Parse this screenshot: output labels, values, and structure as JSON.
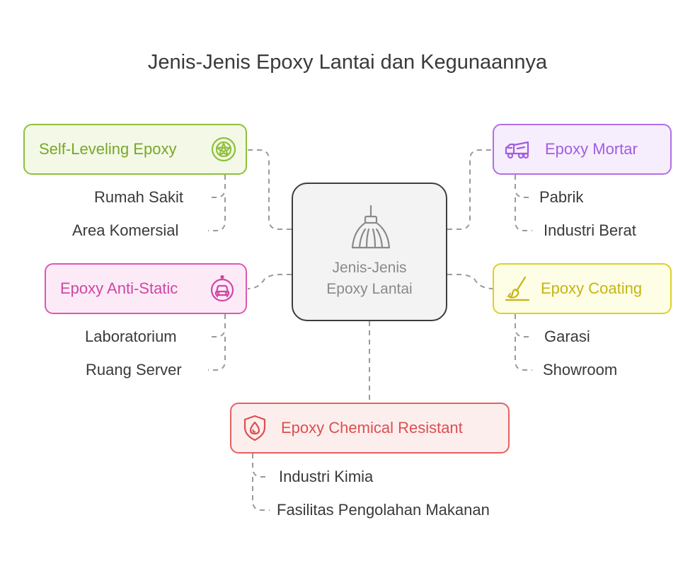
{
  "title": "Jenis-Jenis Epoxy Lantai dan Kegunaannya",
  "center": {
    "label": "Jenis-Jenis\nEpoxy Lantai",
    "icon": "broom-icon"
  },
  "branches": [
    {
      "key": "self_leveling",
      "label": "Self-Leveling Epoxy",
      "icon": "tire-wheel-icon",
      "color": "#8fbf3c",
      "items": [
        "Rumah Sakit",
        "Area Komersial"
      ]
    },
    {
      "key": "mortar",
      "label": "Epoxy Mortar",
      "icon": "dump-truck-icon",
      "color": "#b26ee8",
      "items": [
        "Pabrik",
        "Industri Berat"
      ]
    },
    {
      "key": "anti_static",
      "label": "Epoxy Anti-Static",
      "icon": "electric-car-icon",
      "color": "#db59b4",
      "items": [
        "Laboratorium",
        "Ruang Server"
      ]
    },
    {
      "key": "coating",
      "label": "Epoxy Coating",
      "icon": "brush-coating-icon",
      "color": "#dbd128",
      "items": [
        "Garasi",
        "Showroom"
      ]
    },
    {
      "key": "chemical",
      "label": "Epoxy Chemical Resistant",
      "icon": "shield-drop-icon",
      "color": "#e36262",
      "items": [
        "Industri Kimia",
        "Fasilitas Pengolahan Makanan"
      ]
    }
  ]
}
